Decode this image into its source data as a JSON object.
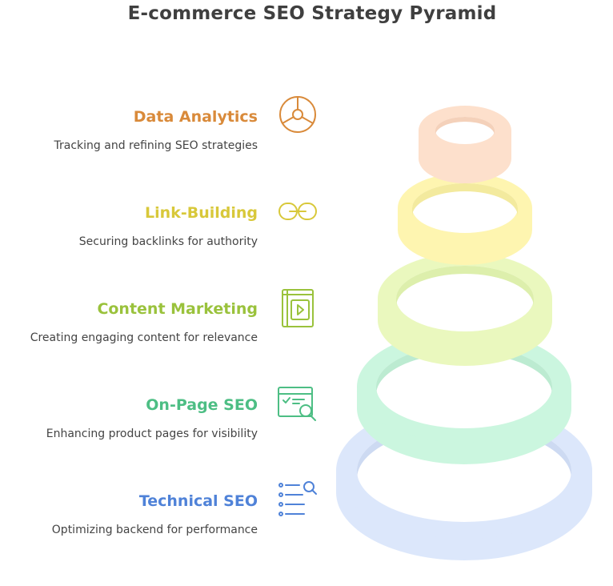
{
  "title": "E-commerce SEO Strategy Pyramid",
  "levels": [
    {
      "title": "Data Analytics",
      "description": "Tracking and refining SEO strategies",
      "color": "#D98A3A",
      "ring_color": "#FDE0CC",
      "icon": "pie-chart-icon"
    },
    {
      "title": "Link-Building",
      "description": "Securing backlinks for authority",
      "color": "#D8C83A",
      "ring_color": "#FEF5B0",
      "icon": "chain-link-icon"
    },
    {
      "title": "Content Marketing",
      "description": "Creating engaging content for relevance",
      "color": "#9AC23C",
      "ring_color": "#EAF8BE",
      "icon": "video-book-icon"
    },
    {
      "title": "On-Page SEO",
      "description": "Enhancing product pages for visibility",
      "color": "#4DBE84",
      "ring_color": "#CBF6DF",
      "icon": "page-search-icon"
    },
    {
      "title": "Technical SEO",
      "description": "Optimizing backend for performance",
      "color": "#4F82D8",
      "ring_color": "#DCE7FB",
      "icon": "list-search-icon"
    }
  ]
}
